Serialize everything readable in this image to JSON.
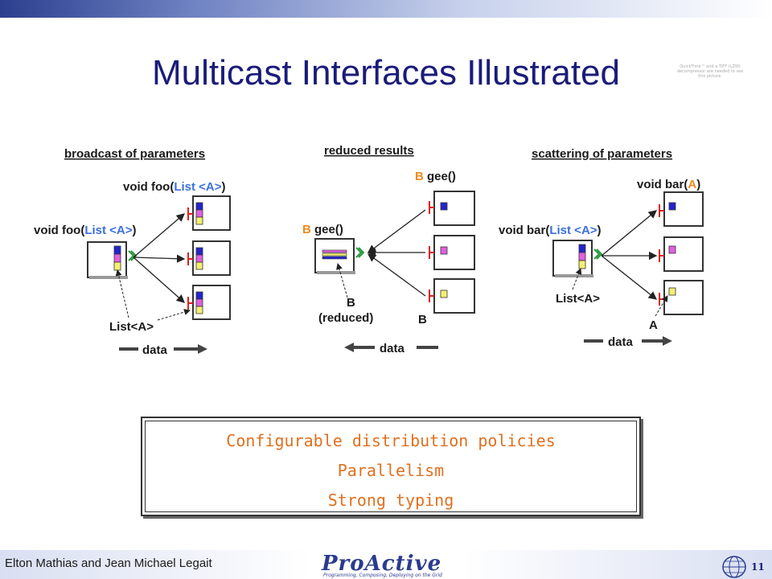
{
  "slide": {
    "title": "Multicast Interfaces Illustrated",
    "quicktime_notice": "QuickTime™ and a TIFF (LZW) decompressor are needed to see this picture.",
    "author": "Elton Mathias and Jean Michael Legait",
    "logo": "ProActive",
    "tagline": "Programming, Composing, Deploying on the Grid",
    "page_number": "11"
  },
  "diagrams": {
    "broadcast": {
      "heading": "broadcast of parameters",
      "server_sig_prefix": "void foo(",
      "server_sig_list": "List <A>",
      "server_sig_suffix": ")",
      "client_sig_prefix": "void foo(",
      "client_sig_list": "List <A>",
      "client_sig_suffix": ")",
      "list_label": "List<A>",
      "data_label": "data"
    },
    "reduced": {
      "heading": "reduced results",
      "client_sig_type": "B",
      "client_sig_name": " gee()",
      "server_sig_type": "B",
      "server_sig_name": " gee()",
      "reduced_label_1": "B",
      "reduced_label_2": "(reduced)",
      "result_label": "B",
      "data_label": "data"
    },
    "scatter": {
      "heading": "scattering of parameters",
      "server_sig_prefix": "void bar(",
      "server_sig_param": "A",
      "server_sig_suffix": ")",
      "client_sig_prefix": "void bar(",
      "client_sig_list": "List <A>",
      "client_sig_suffix": ")",
      "list_label": "List<A>",
      "element_label": "A",
      "data_label": "data"
    }
  },
  "colors": {
    "blue": "#2424d0",
    "magenta": "#e060e0",
    "yellow": "#f4f070",
    "orange": "#f08a20",
    "red": "#e02020",
    "green": "#2a9a40",
    "list_blue": "#3a70e0",
    "title": "#1a1c7a",
    "highlight_text": "#e07020"
  },
  "highlights": {
    "items": [
      "Configurable distribution policies",
      "Parallelism",
      "Strong typing"
    ]
  }
}
